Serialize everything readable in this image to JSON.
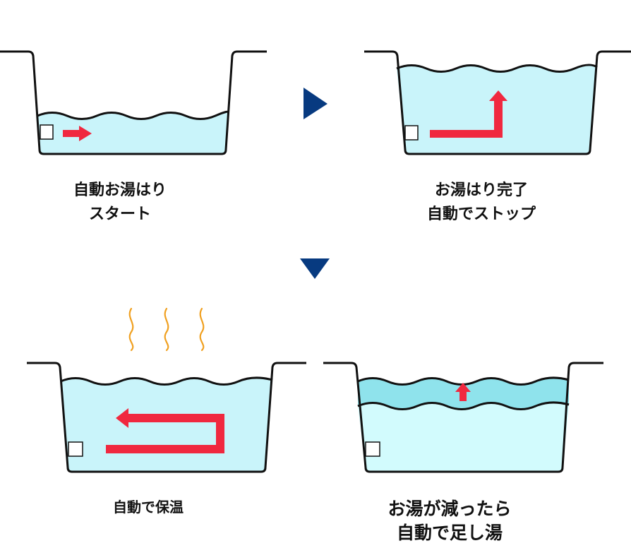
{
  "colors": {
    "water": "#c9f4fa",
    "water_added": "#8fe3ec",
    "water_reheat": "#d2fbfd",
    "outline": "#111111",
    "arrow": "#f0283f",
    "step_marker": "#073a80",
    "steam": "#f0a020"
  },
  "icons": {
    "step_right": "triangle-right-icon",
    "step_down": "triangle-down-icon",
    "steam": "steam-wave-icon",
    "flow_arrow": "red-flow-arrow-icon"
  },
  "steps": [
    {
      "id": "auto-fill-start",
      "lines": [
        "自動お湯はり",
        "スタート"
      ]
    },
    {
      "id": "fill-complete",
      "lines": [
        "お湯はり完了",
        "自動でストップ"
      ]
    },
    {
      "id": "auto-keep-warm",
      "lines": [
        "自動で保温"
      ]
    },
    {
      "id": "auto-top-up",
      "lines": [
        "お湯が減ったら",
        "自動で足し湯"
      ]
    }
  ]
}
